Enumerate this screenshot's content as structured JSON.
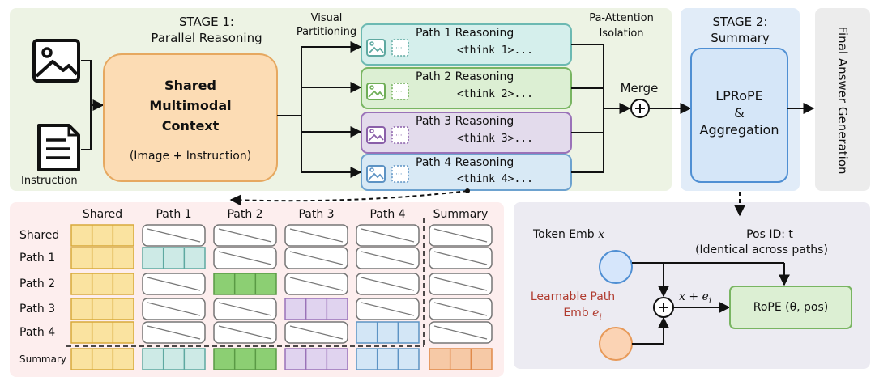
{
  "stage1": {
    "title": "STAGE 1:",
    "subtitle": "Parallel Reasoning"
  },
  "inputs": {
    "instruction_label": "Instruction"
  },
  "shared_context": {
    "line1": "Shared",
    "line2": "Multimodal",
    "line3": "Context",
    "sub": "(Image + Instruction)"
  },
  "visual_partitioning": {
    "line1": "Visual",
    "line2": "Partitioning"
  },
  "paths": [
    {
      "title": "Path 1 Reasoning",
      "think": "<think 1>...",
      "color": "#d5efec",
      "border": "#6cb9b2"
    },
    {
      "title": "Path 2 Reasoning",
      "think": "<think 2>...",
      "color": "#dcefd3",
      "border": "#79b562"
    },
    {
      "title": "Path 3 Reasoning",
      "think": "<think 3>...",
      "color": "#e3dbec",
      "border": "#9a72b8"
    },
    {
      "title": "Path 4 Reasoning",
      "think": "<think 4>...",
      "color": "#d8e9f5",
      "border": "#6da2cf"
    }
  ],
  "pa_attention": {
    "line1": "Pa-Attention",
    "line2": "Isolation"
  },
  "merge_label": "Merge",
  "stage2": {
    "title": "STAGE 2:",
    "subtitle": "Summary"
  },
  "lprope": {
    "line1": "LPRoPE",
    "line2": "&",
    "line3": "Aggregation"
  },
  "final_answer": "Final Answer Generation",
  "matrix": {
    "col_headers": [
      "Shared",
      "Path 1",
      "Path 2",
      "Path 3",
      "Path 4",
      "Summary"
    ],
    "row_headers": [
      "Shared",
      "Path 1",
      "Path 2",
      "Path 3",
      "Path 4",
      "Summary"
    ],
    "colors": {
      "shared": "#fae3a0",
      "path1": "#cdeae6",
      "path2": "#8ccf73",
      "path3": "#e0d3ef",
      "path4": "#d3e6f6",
      "summary": "#f6c9a6"
    }
  },
  "rope_panel": {
    "token_emb": "Token Emb",
    "token_var": "x",
    "pos_id_line1": "Pos ID: t",
    "pos_id_line2": "(Identical across paths)",
    "learnable_line1": "Learnable Path",
    "learnable_line2": "Emb",
    "learnable_var": "e",
    "learnable_sub": "i",
    "sum_expr": "x + e",
    "sum_sub": "i",
    "rope_box": "RoPE (θ, pos)"
  },
  "icons": [
    "image-icon",
    "document-icon",
    "plus-circle-icon"
  ]
}
